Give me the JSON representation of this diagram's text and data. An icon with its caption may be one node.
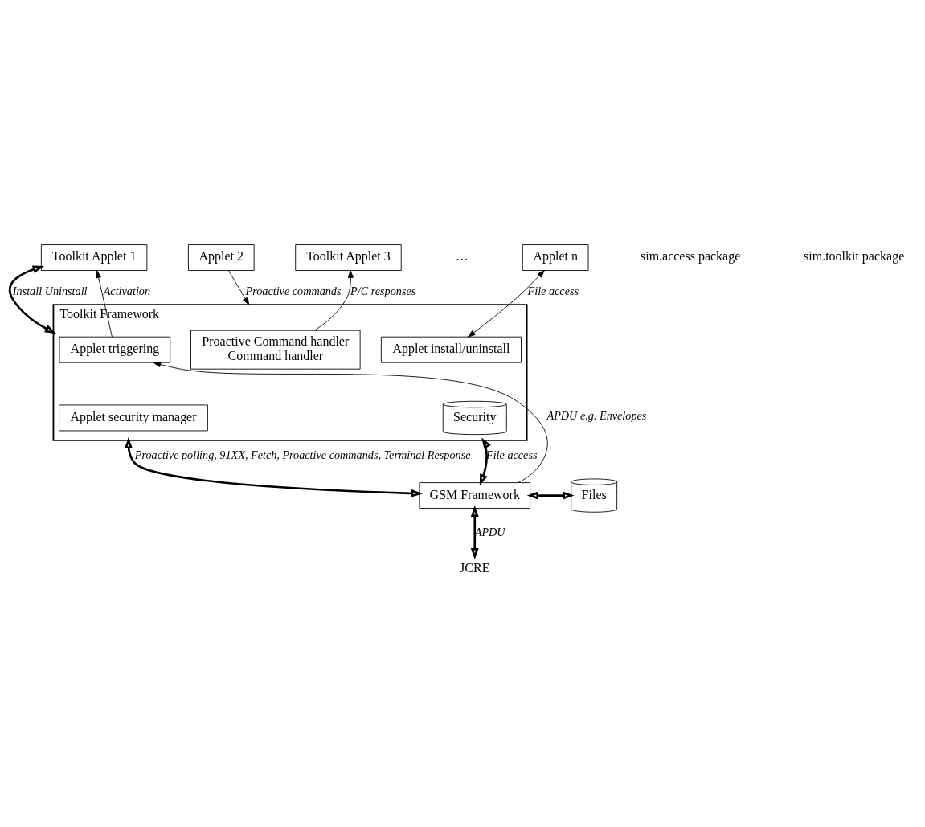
{
  "diagram": {
    "nodes": [
      {
        "text": [
          "Toolkit Applet 1"
        ]
      },
      {
        "text": [
          "Applet 2"
        ]
      },
      {
        "text": [
          "Toolkit Applet 3"
        ]
      },
      {
        "text": [
          "Applet n"
        ]
      },
      {
        "text": [
          "Toolkit Framework"
        ]
      },
      {
        "text": [
          "Applet triggering"
        ],
        "in": 4
      },
      {
        "text": [
          "Proactive Command handler",
          "Command handler"
        ],
        "in": 4
      },
      {
        "text": [
          "Applet install/uninstall"
        ],
        "in": 4
      },
      {
        "text": [
          "Applet security manager"
        ],
        "in": 4
      },
      {
        "text": [
          "Security"
        ],
        "in": 4
      },
      {
        "text": [
          "GSM Framework"
        ]
      },
      {
        "text": [
          "Files"
        ]
      },
      {
        "text": [
          "JCRE"
        ]
      }
    ],
    "edges": [
      {
        "from": 0,
        "to": 4,
        "arrow": "both",
        "label": "Install Uninstall",
        "style": "thick"
      },
      {
        "from": 4,
        "to": 0,
        "arrow": "to",
        "label": "Activation"
      },
      {
        "from": 1,
        "to": 4,
        "arrow": "to",
        "label": "Proactive commands"
      },
      {
        "from": 4,
        "to": 2,
        "arrow": "to",
        "label": "P/C responses"
      },
      {
        "from": 4,
        "to": 3,
        "arrow": "both",
        "label": "File access"
      },
      {
        "from": 10,
        "to": 5,
        "arrow": "to",
        "label": "APDU e.g. Envelopes"
      },
      {
        "from": 4,
        "to": 10,
        "arrow": "both",
        "label": "Proactive polling, 91XX, Fetch, Proactive commands, Terminal Response",
        "style": "thick"
      },
      {
        "from": 4,
        "to": 10,
        "arrow": "both",
        "label": "File access",
        "style": "thick"
      },
      {
        "from": 10,
        "to": 11,
        "arrow": "both",
        "style": "thick"
      },
      {
        "from": 10,
        "to": 12,
        "arrow": "both",
        "label": "APDU",
        "style": "thick"
      }
    ],
    "labels": [
      "…",
      "sim.access package",
      "sim.toolkit package"
    ]
  }
}
